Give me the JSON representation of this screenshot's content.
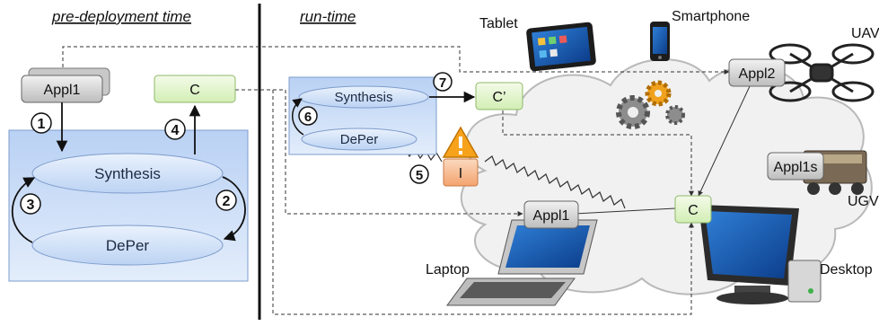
{
  "headers": {
    "pre_deployment": "pre-deployment time",
    "run_time": "run-time"
  },
  "pre": {
    "appl": "Appl1",
    "c": "C",
    "synthesis": "Synthesis",
    "deper": "DePer",
    "steps": [
      "1",
      "2",
      "3",
      "4"
    ]
  },
  "run": {
    "synthesis": "Synthesis",
    "deper": "DePer",
    "c_prime": "C’",
    "incident": "I",
    "steps": [
      "5",
      "6",
      "7"
    ]
  },
  "devices": {
    "tablet": "Tablet",
    "smartphone": "Smartphone",
    "uav": "UAV",
    "ugv": "UGV",
    "laptop": "Laptop",
    "desktop": "Desktop"
  },
  "cloud": {
    "appl2": "Appl2",
    "appl1s": "Appl1s",
    "appl1": "Appl1",
    "c": "C"
  },
  "colors": {
    "green_box": "#e4f5cf",
    "orange_box": "#f9c09a",
    "gray_box": "#d8d8d8",
    "blue_panel": "#c9dcf7",
    "ellipse": "#d6e6fb"
  }
}
